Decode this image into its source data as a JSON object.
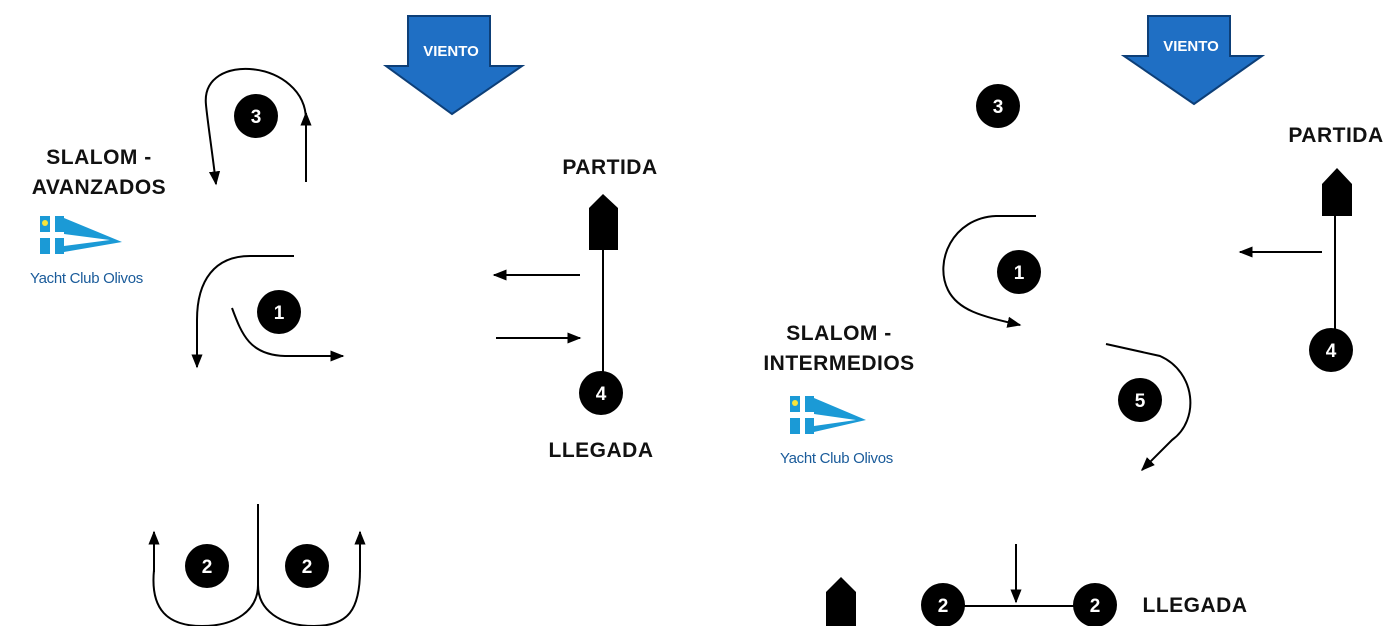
{
  "left_course": {
    "title_line1": "SLALOM -",
    "title_line2": "AVANZADOS",
    "wind_label": "VIENTO",
    "start_label": "PARTIDA",
    "finish_label": "LLEGADA",
    "club_name": "Yacht Club Olivos",
    "marks": [
      "3",
      "1",
      "4",
      "2",
      "2"
    ]
  },
  "right_course": {
    "title_line1": "SLALOM -",
    "title_line2": "INTERMEDIOS",
    "wind_label": "VIENTO",
    "start_label": "PARTIDA",
    "finish_label": "LLEGADA",
    "club_name": "Yacht Club Olivos",
    "marks": [
      "3",
      "1",
      "5",
      "4",
      "2",
      "2"
    ]
  },
  "colors": {
    "wind_arrow_fill": "#1f6fc4",
    "wind_arrow_stroke": "#0d3f78",
    "mark_fill": "#000000",
    "mark_text": "#ffffff",
    "flag_blue": "#1b9ad6",
    "flag_star": "#f5e43a"
  }
}
